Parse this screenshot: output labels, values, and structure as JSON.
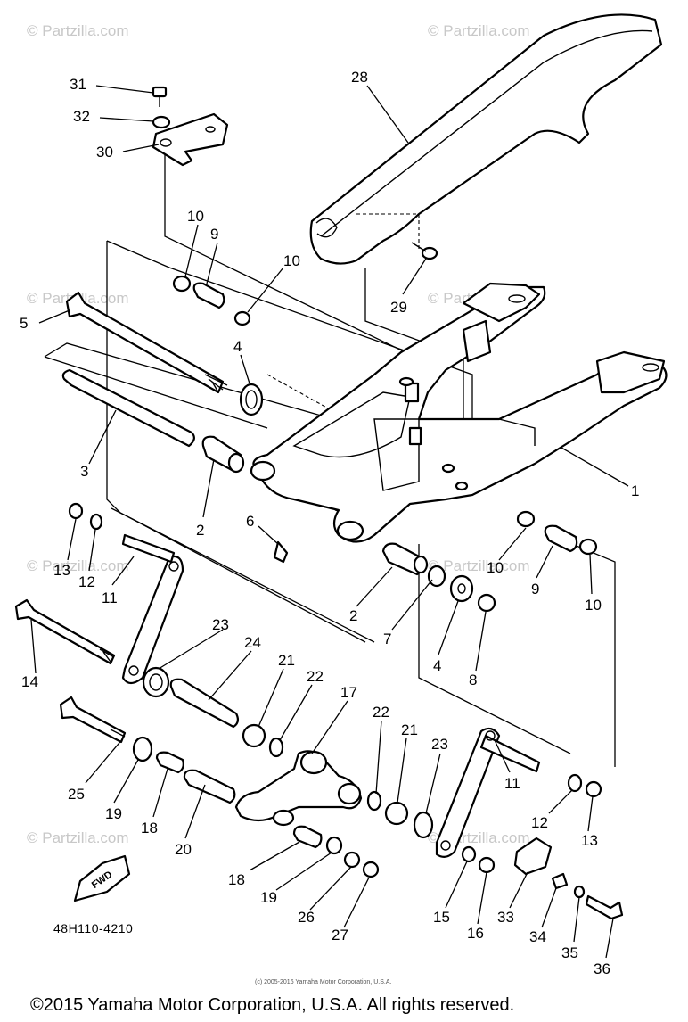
{
  "diagram": {
    "part_code": "48H110-4210",
    "fwd_label": "FWD",
    "watermark": "© Partzilla.com",
    "small_copyright": "(c) 2005-2016 Yamaha Motor Corporation, U.S.A.",
    "footer_copyright": "©2015 Yamaha Motor Corporation, U.S.A. All rights reserved.",
    "callouts": [
      "31",
      "32",
      "30",
      "28",
      "10",
      "9",
      "10",
      "5",
      "4",
      "29",
      "3",
      "2",
      "6",
      "1",
      "13",
      "12",
      "11",
      "10",
      "9",
      "10",
      "2",
      "7",
      "4",
      "8",
      "14",
      "23",
      "24",
      "21",
      "22",
      "17",
      "22",
      "21",
      "23",
      "11",
      "12",
      "13",
      "25",
      "19",
      "18",
      "20",
      "18",
      "19",
      "26",
      "27",
      "15",
      "16",
      "33",
      "34",
      "35",
      "36"
    ]
  }
}
